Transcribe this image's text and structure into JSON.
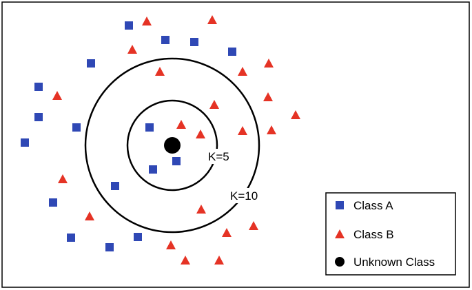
{
  "diagram": {
    "colors": {
      "class_a": "#2f48b5",
      "class_b": "#e53325",
      "unknown": "#000000",
      "frame": "#000000"
    },
    "circles": [
      {
        "id": "k5",
        "label": "K=5"
      },
      {
        "id": "k10",
        "label": "K=10"
      }
    ],
    "legend": {
      "items": [
        {
          "label": "Class A",
          "marker": "blue-square-icon"
        },
        {
          "label": "Class B",
          "marker": "red-triangle-icon"
        },
        {
          "label": "Unknown Class",
          "marker": "black-dot-icon"
        }
      ]
    }
  }
}
